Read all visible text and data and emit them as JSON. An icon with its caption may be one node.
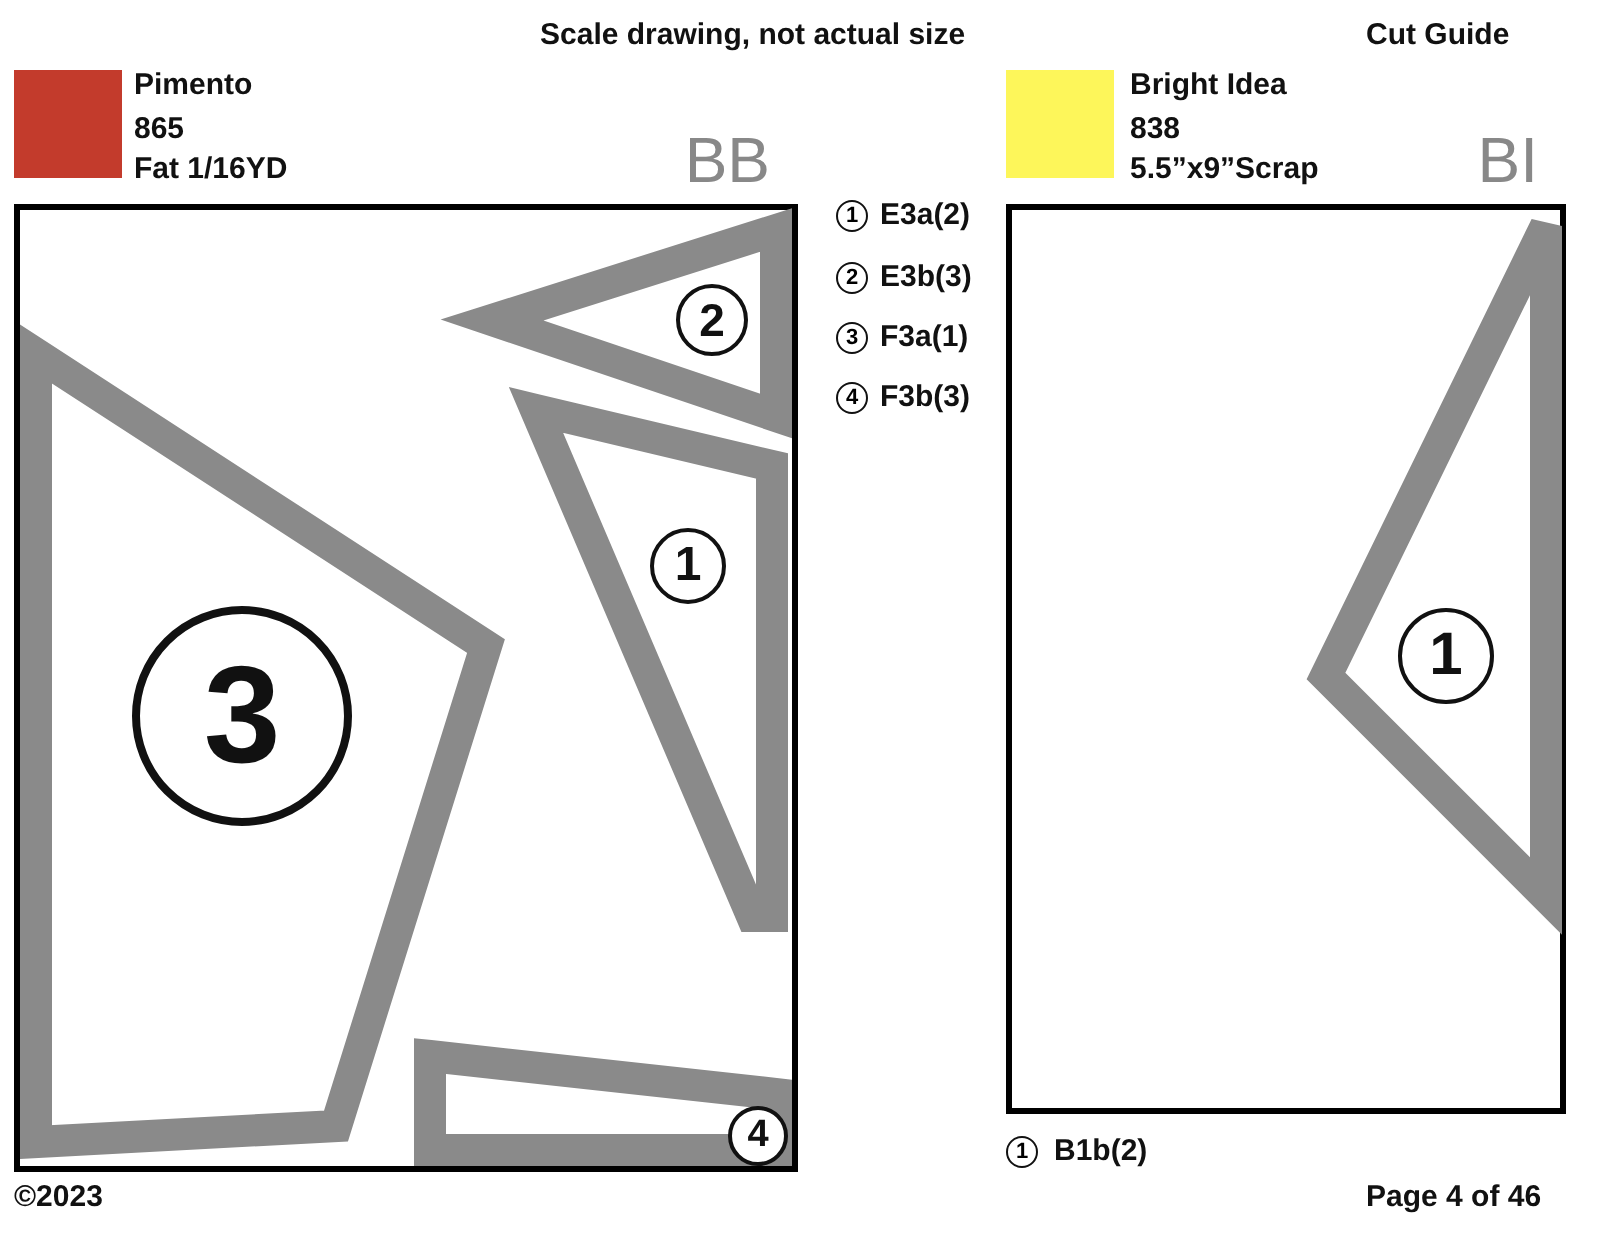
{
  "diagram": {
    "nodes": [
      {
        "text": [
          "BB"
        ]
      },
      {
        "text": [
          "2"
        ],
        "in": 0
      },
      {
        "text": [
          "1"
        ],
        "in": 0
      },
      {
        "text": [
          "3"
        ],
        "in": 0
      },
      {
        "text": [
          "4"
        ],
        "in": 0
      },
      {
        "text": [
          "BI"
        ]
      },
      {
        "text": [
          "1"
        ],
        "in": 5
      }
    ],
    "edges": [],
    "labels": [
      "Scale drawing, not actual size",
      "Cut Guide",
      "865",
      "Fat 1/16YD",
      "838",
      "5.5”x9”Scrap",
      "1",
      "E3a(2)",
      "2",
      "E3b(3)",
      "3",
      "F3a(1)",
      "4",
      "F3b(3)",
      "1",
      "B1b(2)",
      "©2023",
      "Page 4 of 46"
    ],
    "legend": [
      {
        "text": "Pimento",
        "color": "#c33b2c"
      },
      {
        "text": "Bright Idea",
        "color": "#fdf65a"
      }
    ]
  }
}
